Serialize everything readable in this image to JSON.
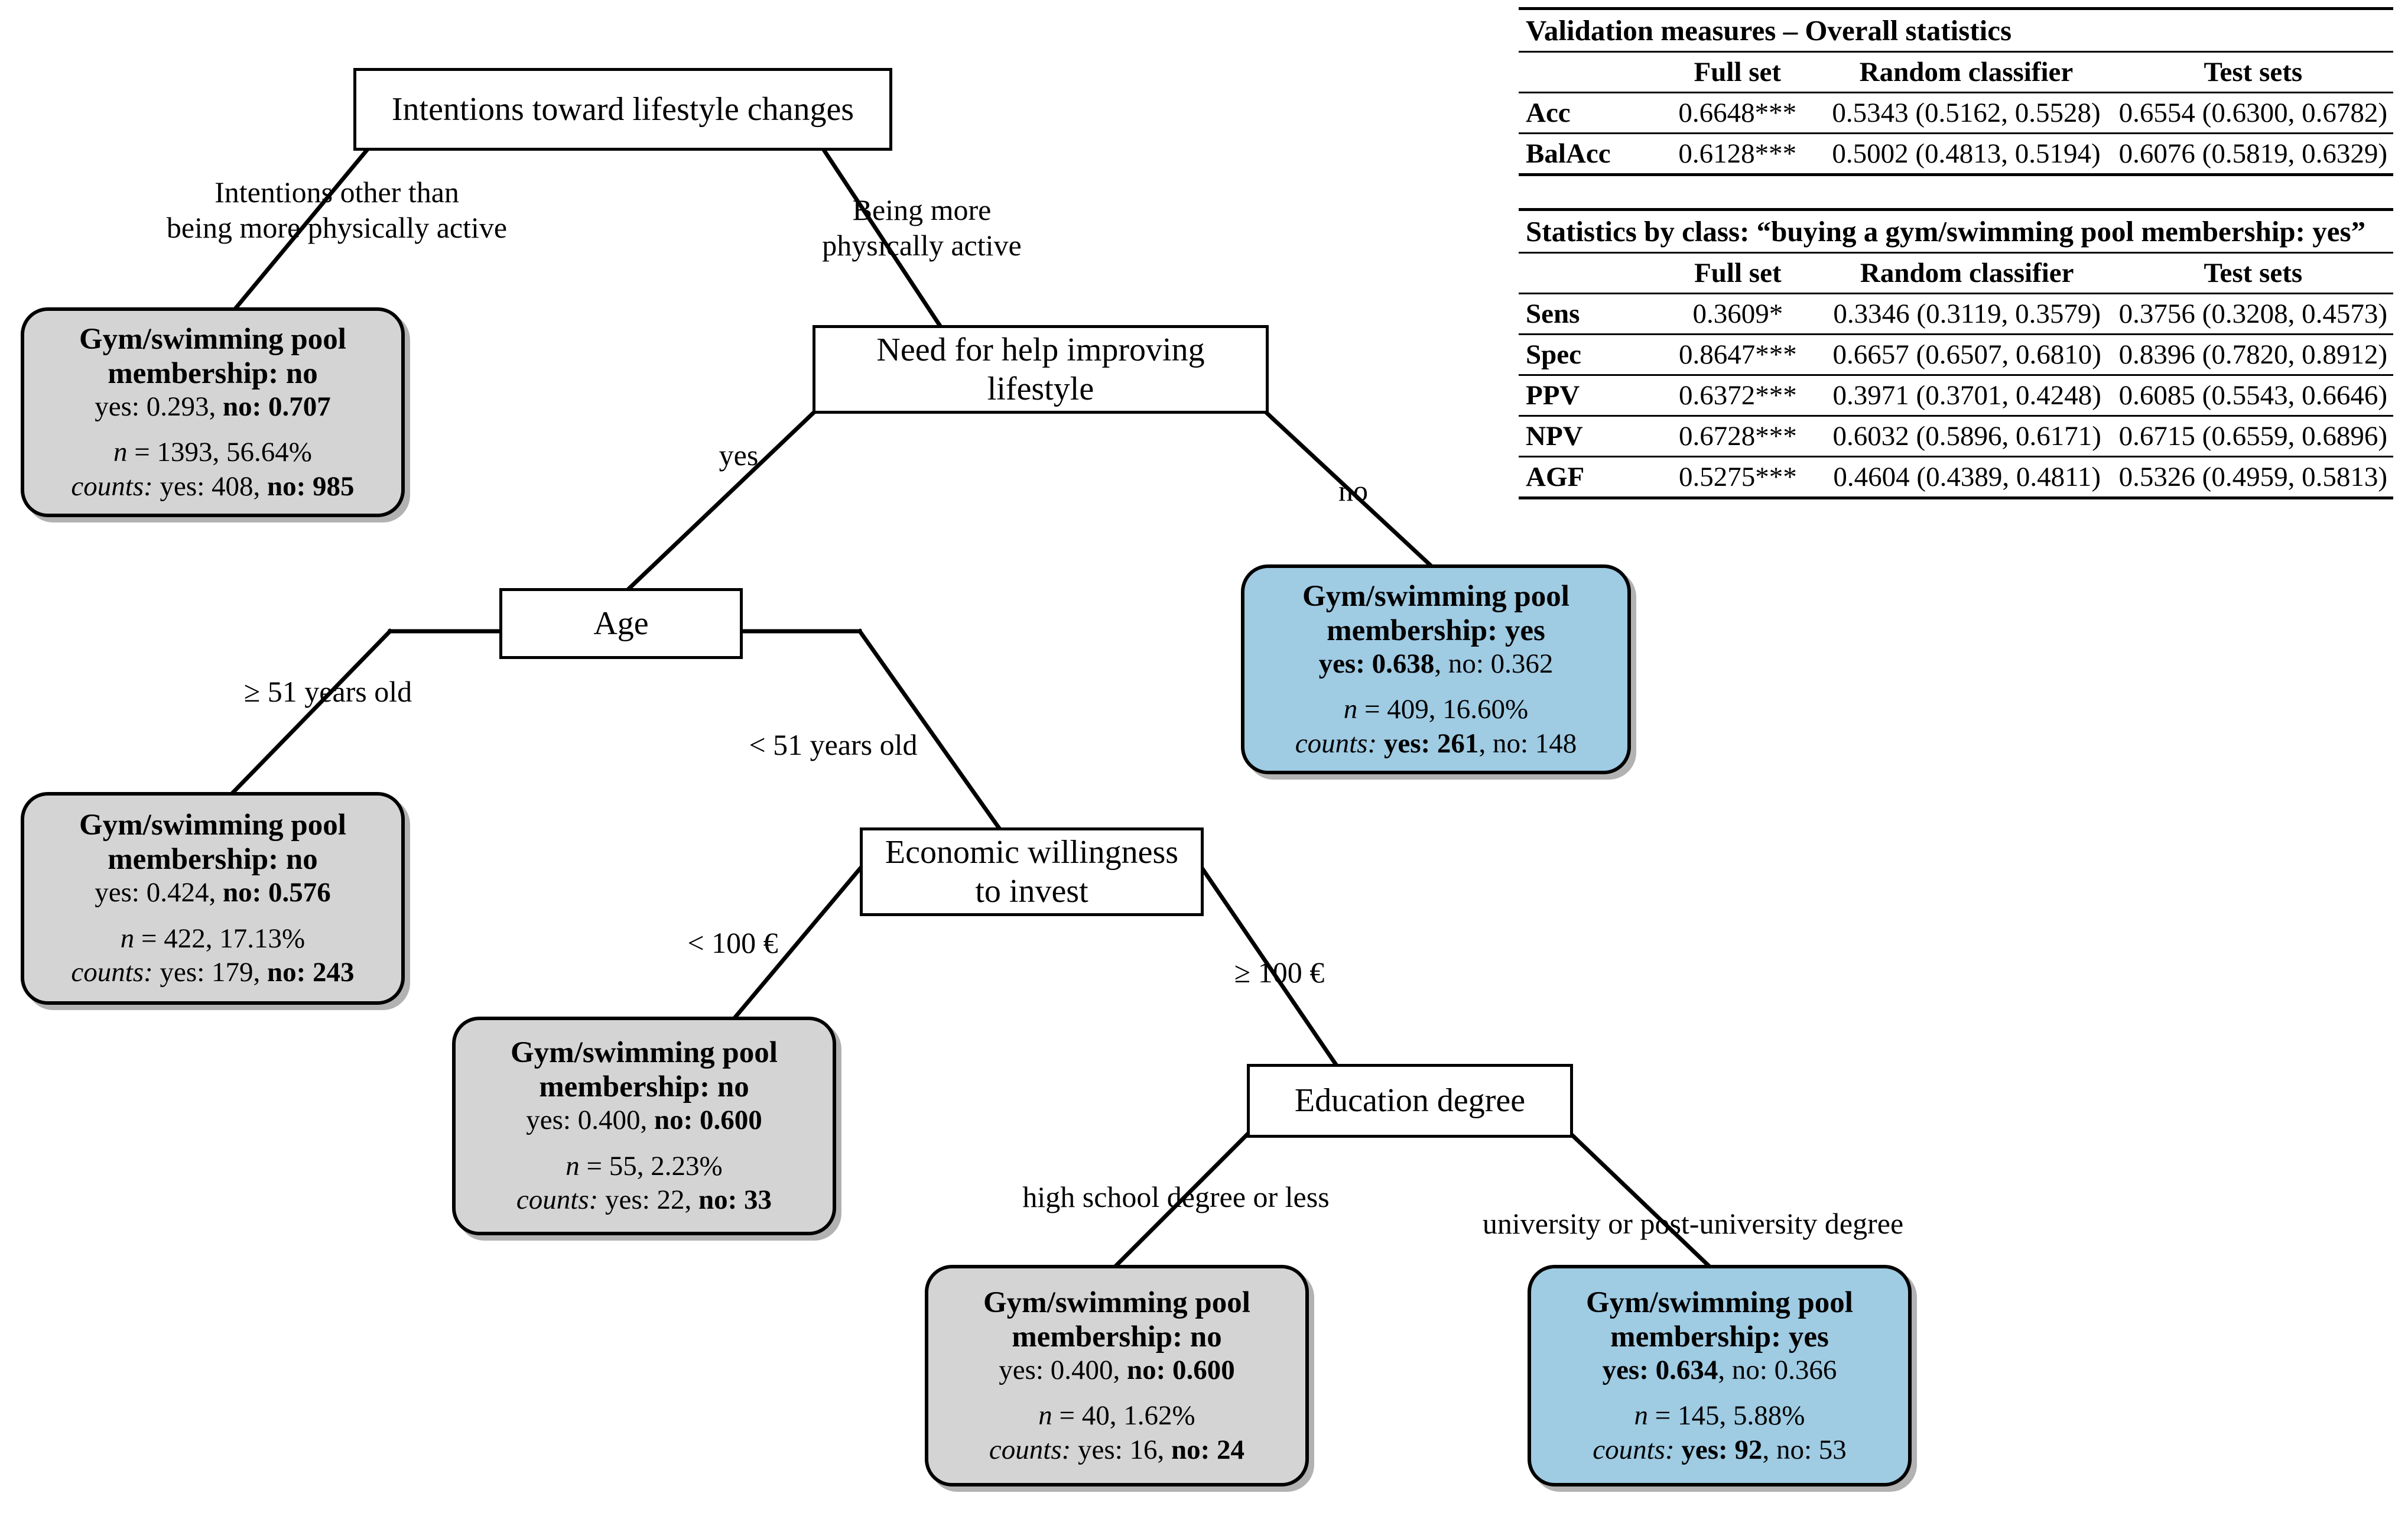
{
  "diagram": {
    "type": "decision-tree",
    "nodes": {
      "root": {
        "label": "Intentions toward lifestyle changes"
      },
      "need_help": {
        "label": "Need for help improving\nlifestyle"
      },
      "age": {
        "label": "Age"
      },
      "economic": {
        "label": "Economic willingness\nto invest"
      },
      "education": {
        "label": "Education degree"
      }
    },
    "edges": {
      "root_left": {
        "label": "Intentions other than\nbeing more physically active"
      },
      "root_right": {
        "label": "Being more\nphysically active"
      },
      "need_help_yes": {
        "label": "yes"
      },
      "need_help_no": {
        "label": "no"
      },
      "age_left": {
        "label": "≥ 51 years old"
      },
      "age_right": {
        "label": "< 51 years old"
      },
      "economic_left": {
        "label": "< 100 €"
      },
      "economic_right": {
        "label": "≥ 100 €"
      },
      "education_left": {
        "label": "high school degree or less"
      },
      "education_right": {
        "label": "university or post-university degree"
      }
    },
    "leaves": [
      {
        "id": "leaf-no-1393",
        "fill": "gray",
        "title": "Gym/swimming pool\nmembership: no",
        "prob_yes_label": "yes:",
        "prob_yes": "0.293",
        "prob_no_label": "no:",
        "prob_no": "0.707",
        "bold_side": "no",
        "n_label": "n",
        "n": "1393",
        "pct": "56.64%",
        "counts_label": "counts:",
        "count_yes_label": "yes:",
        "count_yes": "408",
        "count_no_label": "no:",
        "count_no": "985"
      },
      {
        "id": "leaf-yes-409",
        "fill": "blue",
        "title": "Gym/swimming pool\nmembership: yes",
        "prob_yes_label": "yes:",
        "prob_yes": "0.638",
        "prob_no_label": "no:",
        "prob_no": "0.362",
        "bold_side": "yes",
        "n_label": "n",
        "n": "409",
        "pct": "16.60%",
        "counts_label": "counts:",
        "count_yes_label": "yes:",
        "count_yes": "261",
        "count_no_label": "no:",
        "count_no": "148"
      },
      {
        "id": "leaf-no-422",
        "fill": "gray",
        "title": "Gym/swimming pool\nmembership: no",
        "prob_yes_label": "yes:",
        "prob_yes": "0.424",
        "prob_no_label": "no:",
        "prob_no": "0.576",
        "bold_side": "no",
        "n_label": "n",
        "n": "422",
        "pct": "17.13%",
        "counts_label": "counts:",
        "count_yes_label": "yes:",
        "count_yes": "179",
        "count_no_label": "no:",
        "count_no": "243"
      },
      {
        "id": "leaf-no-55",
        "fill": "gray",
        "title": "Gym/swimming pool\nmembership: no",
        "prob_yes_label": "yes:",
        "prob_yes": "0.400",
        "prob_no_label": "no:",
        "prob_no": "0.600",
        "bold_side": "no",
        "n_label": "n",
        "n": "55",
        "pct": "2.23%",
        "counts_label": "counts:",
        "count_yes_label": "yes:",
        "count_yes": "22",
        "count_no_label": "no:",
        "count_no": "33"
      },
      {
        "id": "leaf-no-40",
        "fill": "gray",
        "title": "Gym/swimming pool\nmembership: no",
        "prob_yes_label": "yes:",
        "prob_yes": "0.400",
        "prob_no_label": "no:",
        "prob_no": "0.600",
        "bold_side": "no",
        "n_label": "n",
        "n": "40",
        "pct": "1.62%",
        "counts_label": "counts:",
        "count_yes_label": "yes:",
        "count_yes": "16",
        "count_no_label": "no:",
        "count_no": "24"
      },
      {
        "id": "leaf-yes-145",
        "fill": "blue",
        "title": "Gym/swimming pool\nmembership: yes",
        "prob_yes_label": "yes:",
        "prob_yes": "0.634",
        "prob_no_label": "no:",
        "prob_no": "0.366",
        "bold_side": "yes",
        "n_label": "n",
        "n": "145",
        "pct": "5.88%",
        "counts_label": "counts:",
        "count_yes_label": "yes:",
        "count_yes": "92",
        "count_no_label": "no:",
        "count_no": "53"
      }
    ]
  },
  "table_overall": {
    "title": "Validation measures – Overall statistics",
    "columns": [
      "",
      "Full set",
      "Random classifier",
      "Test sets"
    ],
    "rows": [
      {
        "label": "Acc",
        "full": "0.6648***",
        "random": "0.5343 (0.5162, 0.5528)",
        "test": "0.6554 (0.6300, 0.6782)"
      },
      {
        "label": "BalAcc",
        "full": "0.6128***",
        "random": "0.5002 (0.4813, 0.5194)",
        "test": "0.6076 (0.5819, 0.6329)"
      }
    ]
  },
  "table_byclass": {
    "title": "Statistics by class: “buying a gym/swimming pool membership: yes”",
    "columns": [
      "",
      "Full set",
      "Random classifier",
      "Test sets"
    ],
    "rows": [
      {
        "label": "Sens",
        "full": "0.3609*",
        "random": "0.3346 (0.3119, 0.3579)",
        "test": "0.3756 (0.3208, 0.4573)"
      },
      {
        "label": "Spec",
        "full": "0.8647***",
        "random": "0.6657 (0.6507, 0.6810)",
        "test": "0.8396 (0.7820, 0.8912)"
      },
      {
        "label": "PPV",
        "full": "0.6372***",
        "random": "0.3971 (0.3701, 0.4248)",
        "test": "0.6085 (0.5543, 0.6646)"
      },
      {
        "label": "NPV",
        "full": "0.6728***",
        "random": "0.6032 (0.5896, 0.6171)",
        "test": "0.6715 (0.6559, 0.6896)"
      },
      {
        "label": "AGF",
        "full": "0.5275***",
        "random": "0.4604 (0.4389, 0.4811)",
        "test": "0.5326 (0.4959, 0.5813)"
      }
    ]
  },
  "colors": {
    "leaf_gray": "#d4d4d4",
    "leaf_blue": "#9fcbe3",
    "stroke": "#000000"
  }
}
